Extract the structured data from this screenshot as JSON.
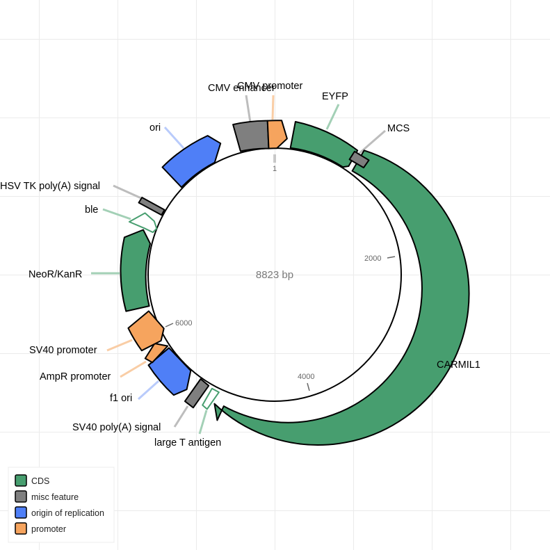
{
  "map": {
    "total_length": 8823,
    "center_label": "8823 bp",
    "origin_label": "1"
  },
  "ticks": [
    {
      "label": "2000"
    },
    {
      "label": "4000"
    },
    {
      "label": "6000"
    }
  ],
  "features": [
    {
      "label": "CMV enhancer",
      "type": "misc feature"
    },
    {
      "label": "CMV promoter",
      "type": "promoter"
    },
    {
      "label": "EYFP",
      "type": "CDS"
    },
    {
      "label": "MCS",
      "type": "misc feature"
    },
    {
      "label": "CARMIL1",
      "type": "CDS"
    },
    {
      "label": "large T antigen",
      "type": "CDS"
    },
    {
      "label": "SV40 poly(A) signal",
      "type": "misc feature"
    },
    {
      "label": "f1 ori",
      "type": "origin of replication"
    },
    {
      "label": "AmpR promoter",
      "type": "promoter"
    },
    {
      "label": "SV40 promoter",
      "type": "promoter"
    },
    {
      "label": "NeoR/KanR",
      "type": "CDS"
    },
    {
      "label": "ble",
      "type": "CDS"
    },
    {
      "label": "HSV TK poly(A) signal",
      "type": "misc feature"
    },
    {
      "label": "ori",
      "type": "origin of replication"
    }
  ],
  "legend": {
    "items": [
      {
        "label": "CDS",
        "color": "#479e6f"
      },
      {
        "label": "misc feature",
        "color": "#7f7f7f"
      },
      {
        "label": "origin of replication",
        "color": "#4f7ff7"
      },
      {
        "label": "promoter",
        "color": "#f6a45e"
      }
    ]
  }
}
